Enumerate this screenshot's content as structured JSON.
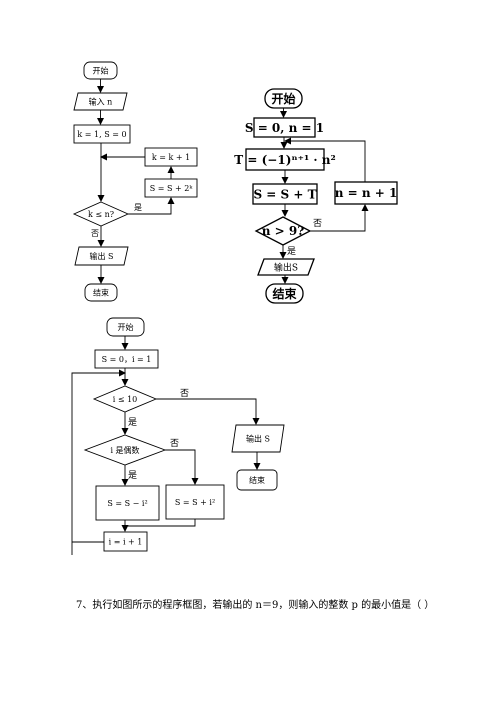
{
  "flowchart_a": {
    "start": "开始",
    "input": "输入 n",
    "init": "k = 1, S = 0",
    "update_k": "k = k + 1",
    "update_s": "S = S + 2ᵏ",
    "condition": "k ≤ n?",
    "yes": "是",
    "no": "否",
    "output": "输出 S",
    "end": "结束"
  },
  "flowchart_b": {
    "start": "开始",
    "init": "S = 0, n = 1",
    "compute_t": "T = (−1)ⁿ⁺¹ · n²",
    "update_s": "S = S + T",
    "update_n": "n = n + 1",
    "condition": "n > 9?",
    "no": "否",
    "yes": "是",
    "output": "输出S",
    "end": "结束"
  },
  "flowchart_c": {
    "start": "开始",
    "init": "S = 0，i = 1",
    "condition1": "i ≤ 10",
    "no1": "否",
    "yes1": "是",
    "condition2": "i 是偶数",
    "yes2": "是",
    "no2": "否",
    "branch_even": "S = S − i²",
    "branch_odd": "S = S + i²",
    "increment": "i = i + 1",
    "output": "输出 S",
    "end": "结束"
  },
  "question": "7、执行如图所示的程序框图，若输出的 n＝9，则输入的整数 p 的最小值是（ ）"
}
